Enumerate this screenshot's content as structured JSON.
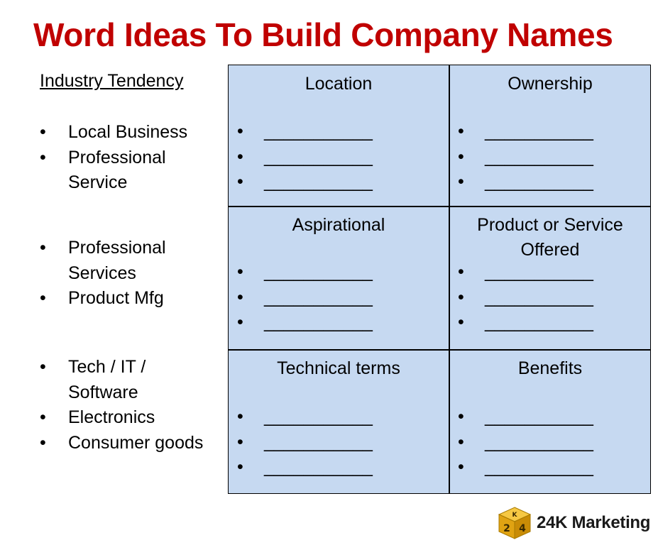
{
  "title": "Word Ideas To Build Company Names",
  "industry": {
    "heading": "Industry Tendency",
    "groups": [
      [
        "Local Business",
        "Professional",
        "Service"
      ],
      [
        "Professional",
        "Services",
        "Product Mfg"
      ],
      [
        "Tech / IT /",
        "Software",
        "Electronics",
        "Consumer goods"
      ]
    ]
  },
  "grid": {
    "cells": [
      {
        "title": "Location",
        "blanks": [
          "___________",
          "___________",
          "___________"
        ]
      },
      {
        "title": "Ownership",
        "blanks": [
          "___________",
          "___________",
          "___________"
        ]
      },
      {
        "title": "Aspirational",
        "blanks": [
          "___________",
          "___________",
          "___________"
        ]
      },
      {
        "title_line1": "Product or Service",
        "title_line2": "Offered",
        "blanks": [
          "___________",
          "___________",
          "___________"
        ]
      },
      {
        "title": "Technical terms",
        "blanks": [
          "___________",
          "___________",
          "___________"
        ]
      },
      {
        "title": "Benefits",
        "blanks": [
          "___________",
          "___________",
          "___________"
        ]
      }
    ],
    "background": "#c6d9f1"
  },
  "logo": {
    "text": "24K Marketing",
    "mark_chars": [
      "2",
      "4",
      "K"
    ],
    "gold": "#f2b417"
  },
  "colors": {
    "title": "#c00000"
  }
}
